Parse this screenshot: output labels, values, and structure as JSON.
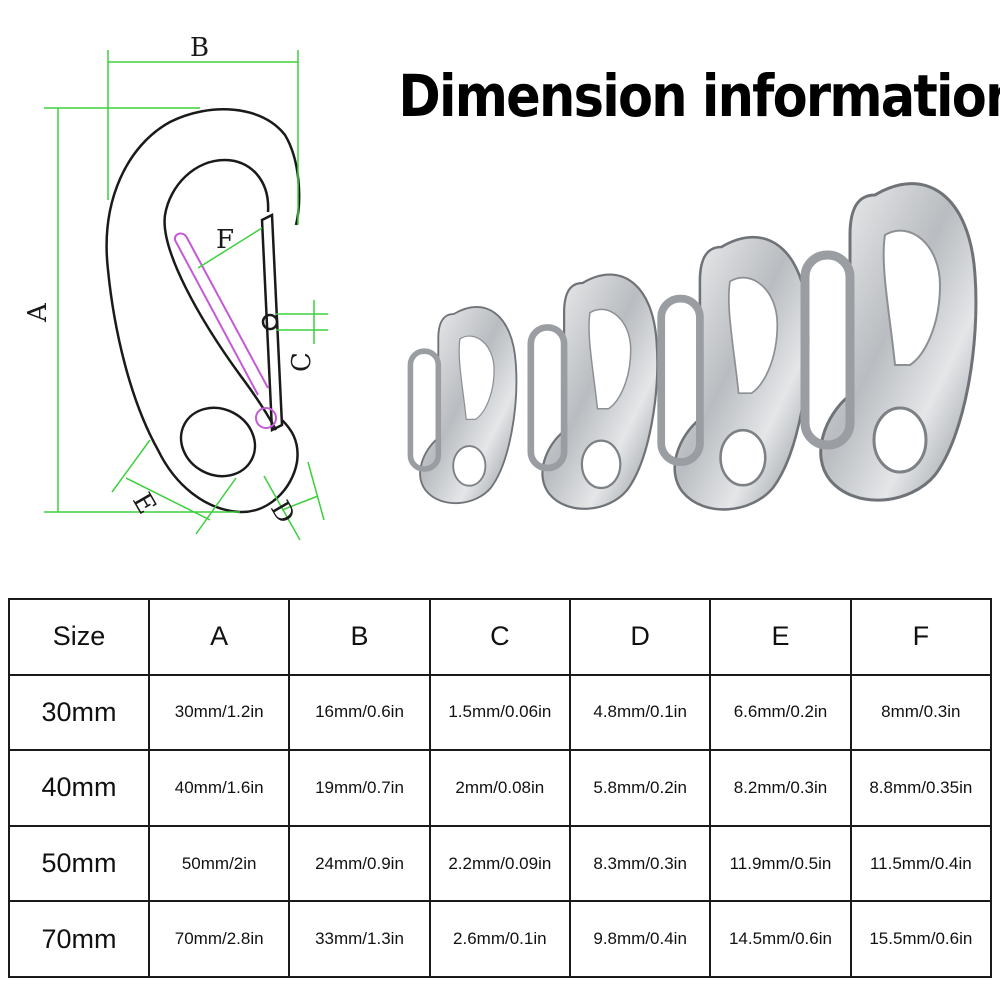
{
  "title": "Dimension information",
  "diagram": {
    "labels": {
      "A": "A",
      "B": "B",
      "C": "C",
      "D": "D",
      "E": "E",
      "F": "F"
    },
    "colors": {
      "dimension_line": "#3ecf3e",
      "highlight": "#c45ad6",
      "outline": "#1a1a1a"
    }
  },
  "photo": {
    "count": 4,
    "color": "#b9bcc0"
  },
  "table": {
    "headers": [
      "Size",
      "A",
      "B",
      "C",
      "D",
      "E",
      "F"
    ],
    "rows": [
      {
        "size": "30mm",
        "values": [
          "30mm/1.2in",
          "16mm/0.6in",
          "1.5mm/0.06in",
          "4.8mm/0.1in",
          "6.6mm/0.2in",
          "8mm/0.3in"
        ]
      },
      {
        "size": "40mm",
        "values": [
          "40mm/1.6in",
          "19mm/0.7in",
          "2mm/0.08in",
          "5.8mm/0.2in",
          "8.2mm/0.3in",
          "8.8mm/0.35in"
        ]
      },
      {
        "size": "50mm",
        "values": [
          "50mm/2in",
          "24mm/0.9in",
          "2.2mm/0.09in",
          "8.3mm/0.3in",
          "11.9mm/0.5in",
          "11.5mm/0.4in"
        ]
      },
      {
        "size": "70mm",
        "values": [
          "70mm/2.8in",
          "33mm/1.3in",
          "2.6mm/0.1in",
          "9.8mm/0.4in",
          "14.5mm/0.6in",
          "15.5mm/0.6in"
        ]
      }
    ]
  }
}
